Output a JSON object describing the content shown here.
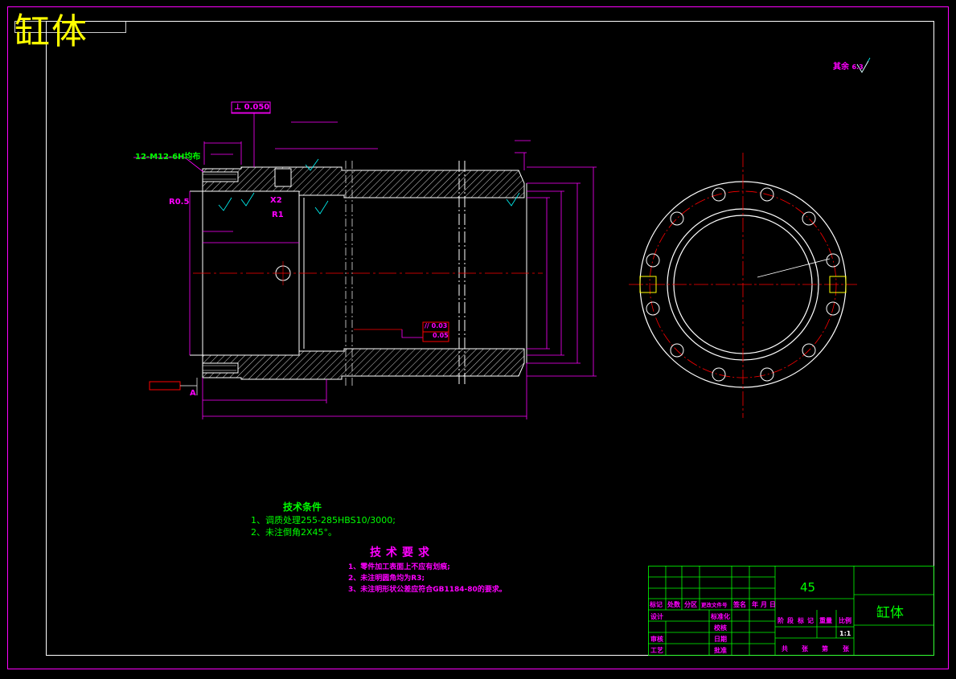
{
  "drawing": {
    "title": "缸体",
    "surface_note": "其余",
    "surface_value": "6.3",
    "perpendicularity": "⊥ 0.050",
    "thread_note": "12-M12-6H均布",
    "labels": {
      "r05": "R0.5",
      "x2": "X2",
      "r1": "R1",
      "a_ref": "A"
    },
    "parallel_tol": "// 0.03",
    "cyl_tol": "0.05"
  },
  "tech_conditions": {
    "heading": "技术条件",
    "line1": "1、调质处理255-285HBS10/3000;",
    "line2": "2、未注倒角2X45°。"
  },
  "tech_requirements": {
    "heading": "技术要求",
    "line1": "1、零件加工表面上不应有划痕;",
    "line2": "2、未注明圆角均为R3;",
    "line3": "3、未注明形状公差应符合GB1184-80的要求。"
  },
  "title_block": {
    "material": "45",
    "part_name": "缸体",
    "header_row": [
      "标记",
      "处数",
      "分区",
      "更改文件号",
      "签名",
      "年",
      "月",
      "日"
    ],
    "roles": {
      "design": "设计",
      "standard": "标准化",
      "review": "审核",
      "craft": "工艺",
      "approve": "批准",
      "check": "校核",
      "date_of": "日期"
    },
    "stage_headers": [
      "阶",
      "段",
      "标",
      "记",
      "重量",
      "比例"
    ],
    "scale": "1:1",
    "sheet_row": [
      "共",
      "张",
      "第",
      "张"
    ]
  },
  "colors": {
    "background": "#000000",
    "frame": "#ff00ff",
    "outline": "#ffffff",
    "centerline": "#ff0000",
    "dimension": "#ff00ff",
    "text_green": "#00ff00",
    "title_yellow": "#ffff00",
    "hatch": "#ffffff"
  }
}
